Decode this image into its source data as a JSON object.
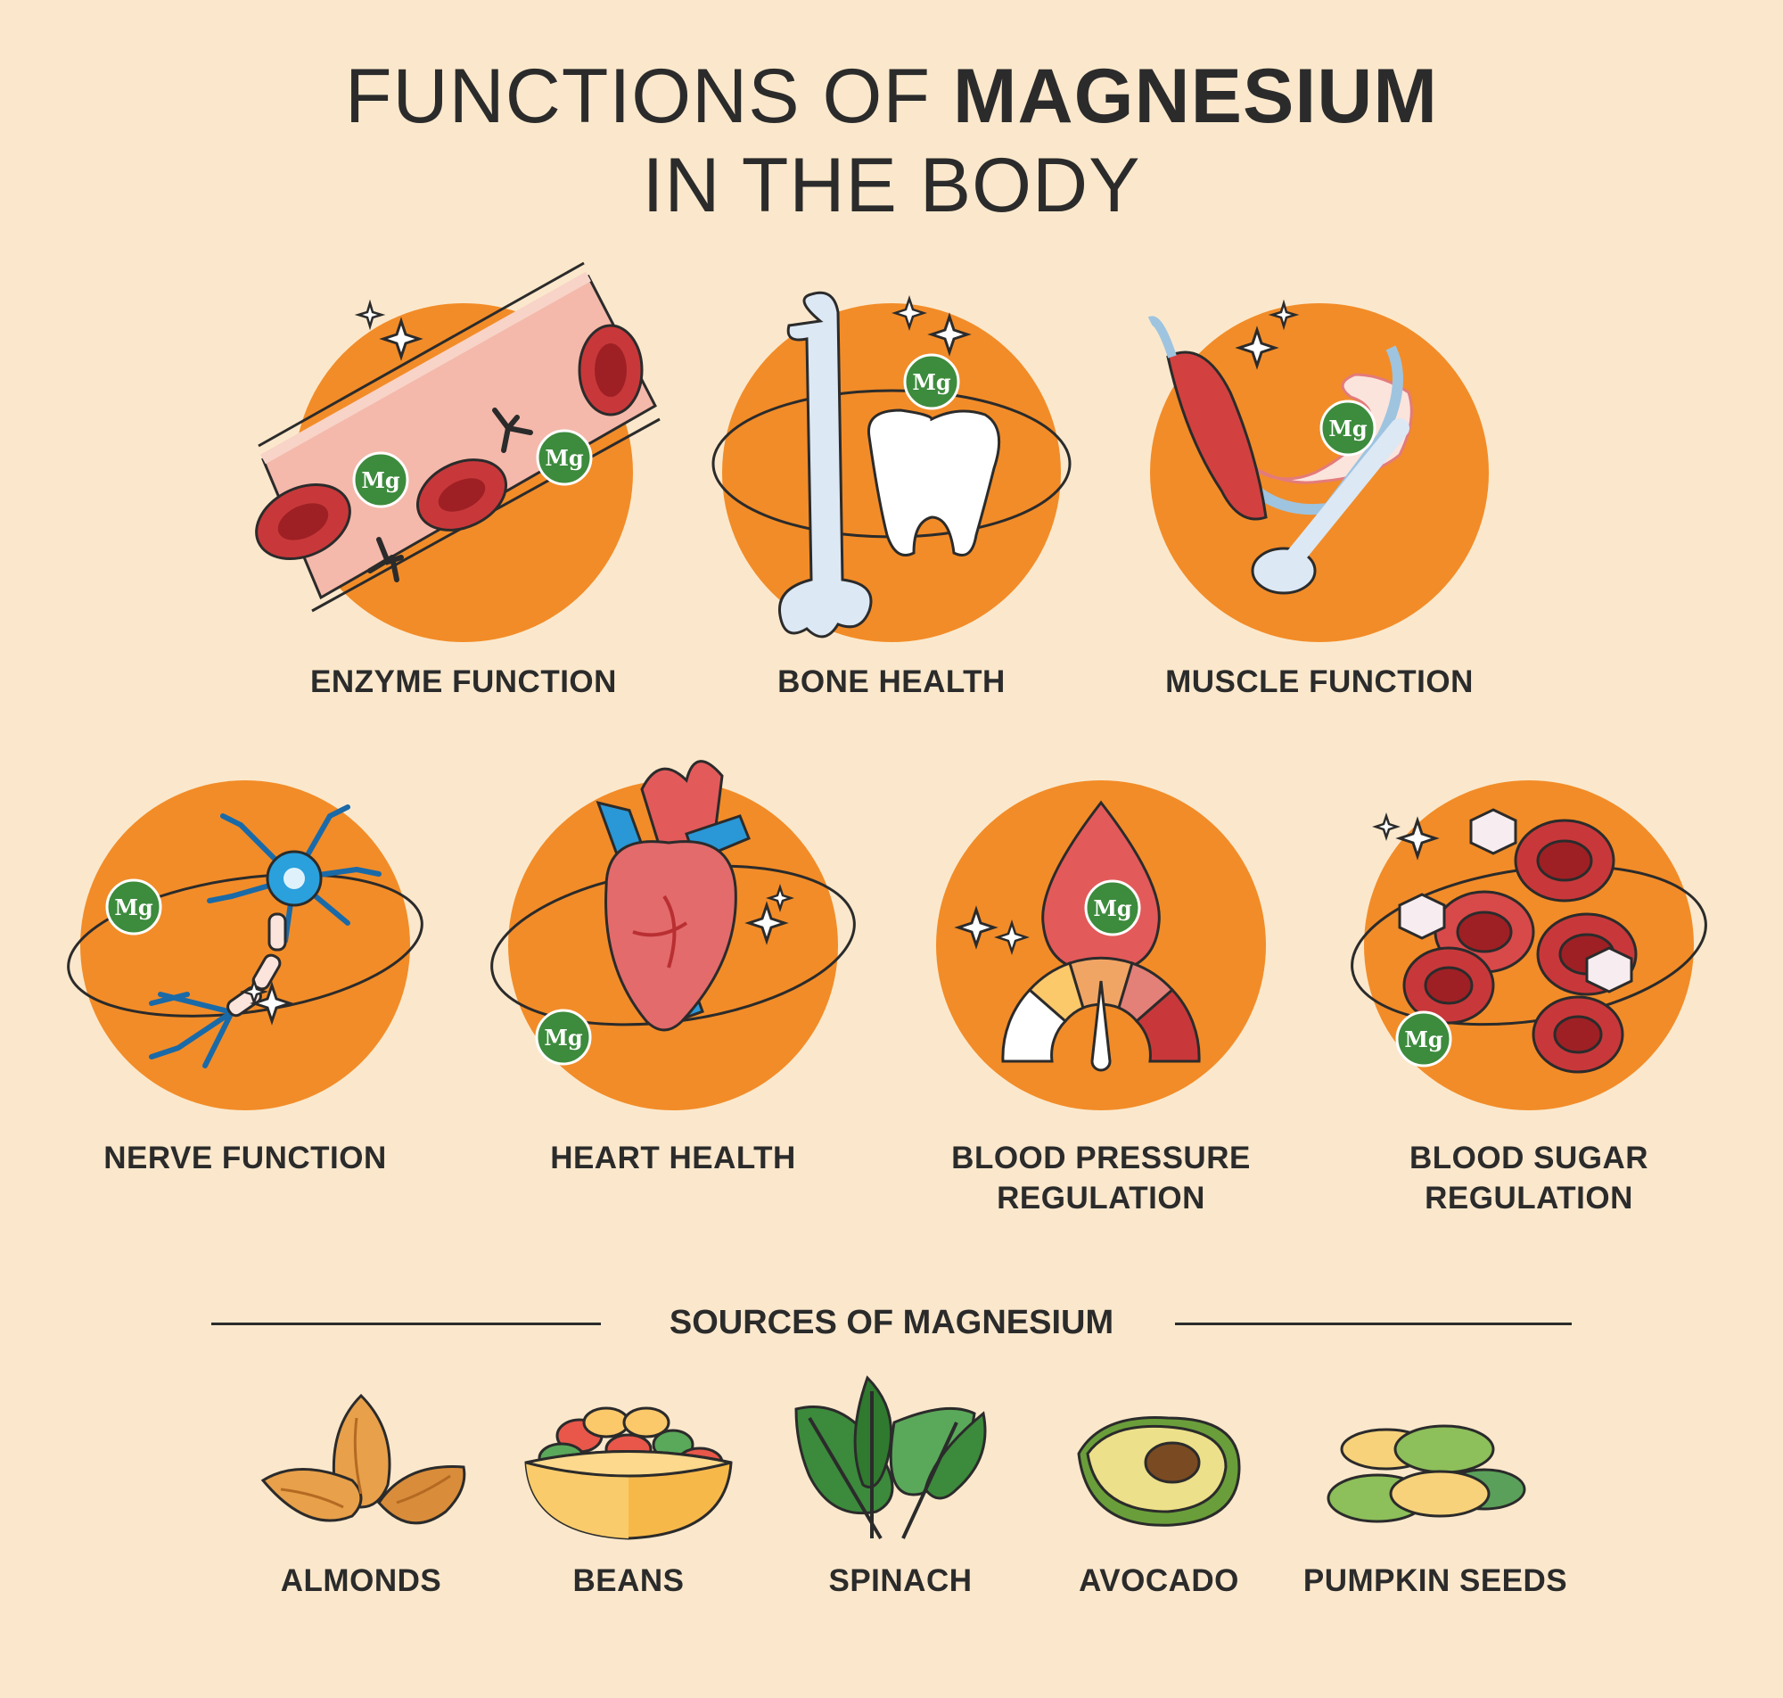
{
  "title": {
    "prefix": "FUNCTIONS OF ",
    "emphasis": "MAGNESIUM",
    "line2": "IN THE BODY"
  },
  "mg_symbol": "Mg",
  "functions": [
    {
      "label": "ENZYME FUNCTION",
      "icon": "blood-vessel-icon"
    },
    {
      "label": "BONE HEALTH",
      "icon": "bone-tooth-icon"
    },
    {
      "label": "MUSCLE FUNCTION",
      "icon": "arm-muscle-icon"
    },
    {
      "label": "NERVE FUNCTION",
      "icon": "neuron-icon"
    },
    {
      "label": "HEART HEALTH",
      "icon": "heart-icon"
    },
    {
      "label_line1": "BLOOD PRESSURE",
      "label_line2": "REGULATION",
      "icon": "pressure-gauge-icon"
    },
    {
      "label_line1": "BLOOD SUGAR",
      "label_line2": "REGULATION",
      "icon": "sugar-cells-icon"
    }
  ],
  "sources": {
    "heading": "SOURCES OF MAGNESIUM",
    "items": [
      {
        "label": "ALMONDS",
        "icon": "almonds-icon"
      },
      {
        "label": "BEANS",
        "icon": "beans-bowl-icon"
      },
      {
        "label": "SPINACH",
        "icon": "spinach-icon"
      },
      {
        "label": "AVOCADO",
        "icon": "avocado-icon"
      },
      {
        "label": "PUMPKIN SEEDS",
        "icon": "pumpkin-seeds-icon"
      }
    ]
  },
  "colors": {
    "background": "#fbe8cc",
    "circle": "#f28c28",
    "mg_badge": "#3d8b3d",
    "text": "#2b2b2b"
  }
}
